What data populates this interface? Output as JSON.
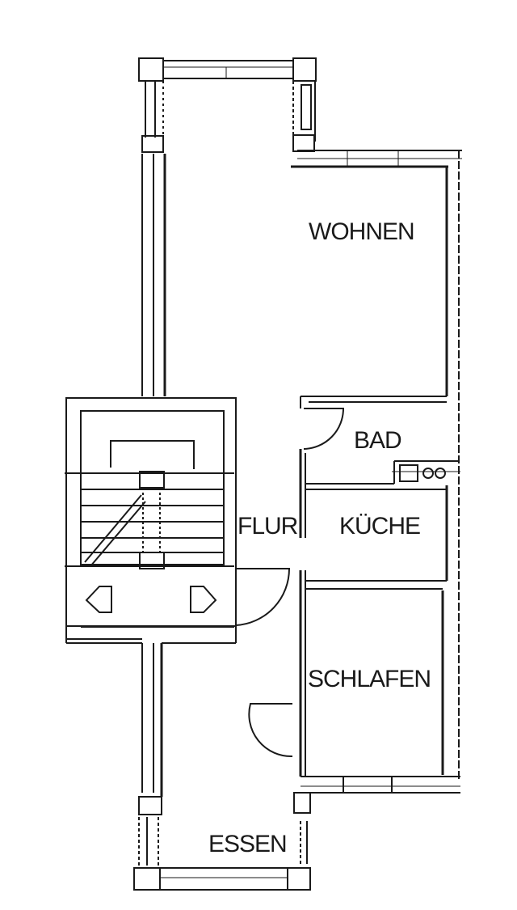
{
  "floor_plan": {
    "colors": {
      "wall": "#1a1a1a",
      "background": "#ffffff"
    },
    "rooms": [
      {
        "id": "wohnen",
        "label": "WOHNEN"
      },
      {
        "id": "bad",
        "label": "BAD"
      },
      {
        "id": "flur",
        "label": "FLUR"
      },
      {
        "id": "kueche",
        "label": "KÜCHE"
      },
      {
        "id": "schlafen",
        "label": "SCHLAFEN"
      },
      {
        "id": "essen",
        "label": "ESSEN"
      }
    ]
  }
}
